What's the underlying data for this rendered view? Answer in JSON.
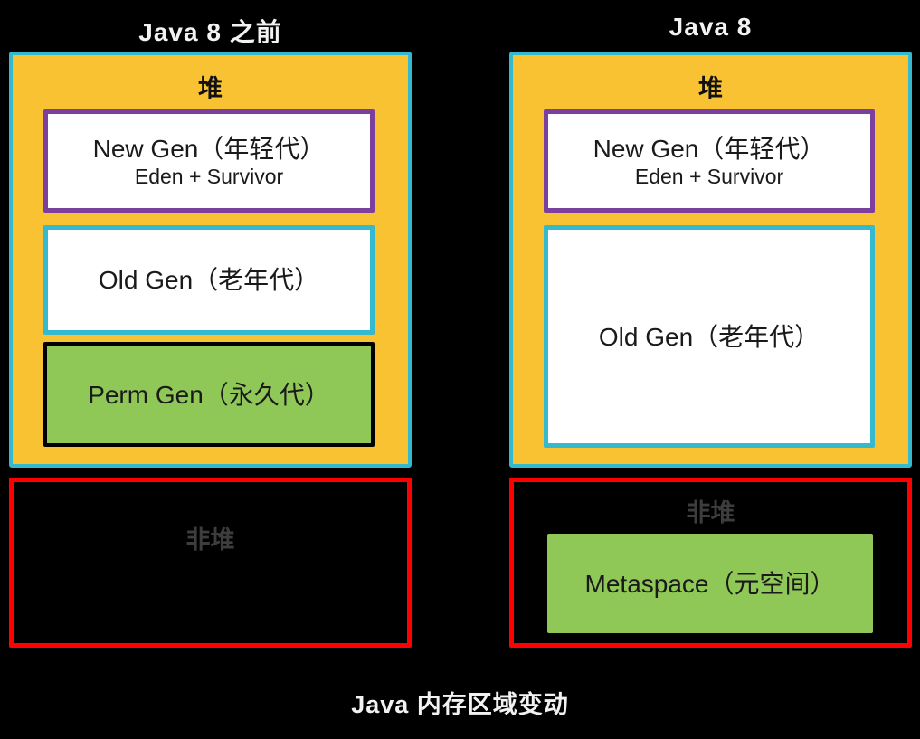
{
  "colors": {
    "background": "#000000",
    "heap_fill": "#F8C233",
    "heap_border": "#35B9CF",
    "new_gen_border": "#7B3F9E",
    "old_gen_border": "#35B9CF",
    "perm_gen_fill": "#90C858",
    "metaspace_fill": "#90C858",
    "non_heap_border": "#FE0000",
    "non_heap_label_color": "#3D3D3D",
    "title_color": "#F2F2F2"
  },
  "diagram": {
    "caption": "Java 内存区域变动",
    "left": {
      "title": "Java 8 之前",
      "heap_label": "堆",
      "new_gen_title": "New Gen（年轻代）",
      "new_gen_sub": "Eden + Survivor",
      "old_gen": "Old Gen（老年代）",
      "perm_gen": "Perm Gen（永久代）",
      "non_heap": "非堆"
    },
    "right": {
      "title": "Java 8",
      "heap_label": "堆",
      "new_gen_title": "New Gen（年轻代）",
      "new_gen_sub": "Eden + Survivor",
      "old_gen": "Old Gen（老年代）",
      "non_heap": "非堆",
      "metaspace": "Metaspace（元空间）"
    }
  }
}
